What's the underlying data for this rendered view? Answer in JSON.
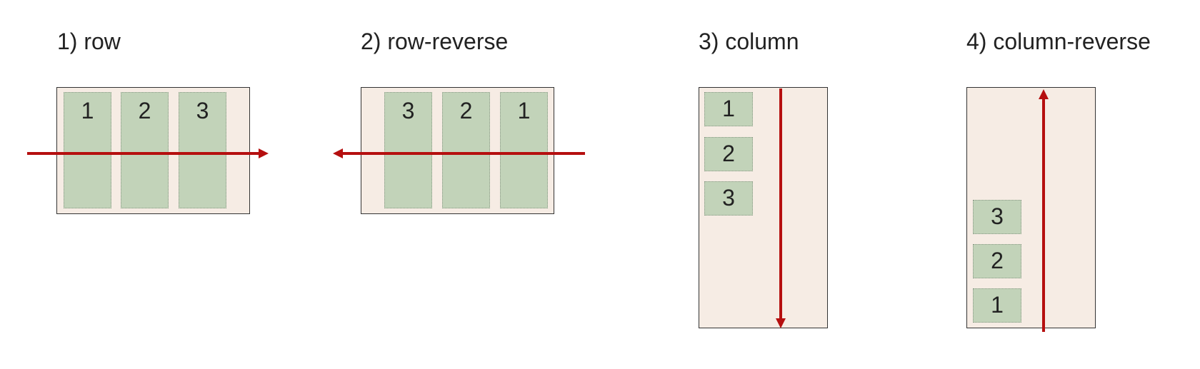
{
  "colors": {
    "container_bg": "#f6ece4",
    "item_bg": "#c2d3b9",
    "arrow": "#b50f0f"
  },
  "panels": [
    {
      "title": "1) row",
      "direction": "row",
      "items": [
        "1",
        "2",
        "3"
      ]
    },
    {
      "title": "2) row-reverse",
      "direction": "row-reverse",
      "items": [
        "3",
        "2",
        "1"
      ]
    },
    {
      "title": "3) column",
      "direction": "column",
      "items": [
        "1",
        "2",
        "3"
      ]
    },
    {
      "title": "4) column-reverse",
      "direction": "column-reverse",
      "items": [
        "3",
        "2",
        "1"
      ]
    }
  ]
}
